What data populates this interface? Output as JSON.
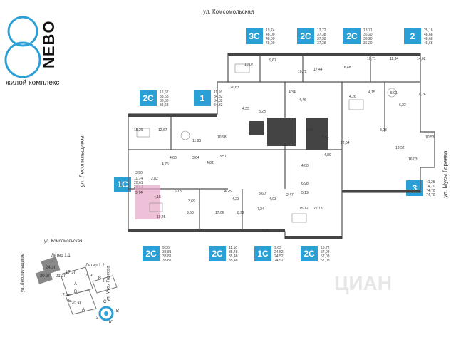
{
  "brand": {
    "numeral": "8",
    "name": "NEBO",
    "subtitle": "жилой комплекс",
    "accent": "#2aa0d7"
  },
  "streets": {
    "top": "ул. Комсомольская",
    "left": "ул. Лесопильщиков",
    "right": "ул. Мусы Гареева"
  },
  "apartments": {
    "top": [
      {
        "type": "3C",
        "areas": [
          "19,74",
          "48,00",
          "48,00",
          "48,00"
        ]
      },
      {
        "type": "2C",
        "areas": [
          "13,72",
          "37,38",
          "37,38",
          "37,38"
        ]
      },
      {
        "type": "2C",
        "areas": [
          "13,71",
          "36,20",
          "36,20",
          "36,20"
        ]
      },
      {
        "type": "2",
        "areas": [
          "25,16",
          "48,68",
          "48,68",
          "48,68"
        ]
      }
    ],
    "upper_left": [
      {
        "type": "2C",
        "areas": [
          "12,67",
          "38,68",
          "38,68",
          "38,68"
        ]
      },
      {
        "type": "1",
        "areas": [
          "11,56",
          "34,32",
          "34,32",
          "34,32"
        ]
      }
    ],
    "left": {
      "type": "1C",
      "areas": [
        "11,74",
        "20,61",
        "20,61",
        "20,61"
      ]
    },
    "right": {
      "type": "3",
      "areas": [
        "41,28",
        "74,70",
        "74,70",
        "74,70"
      ]
    },
    "bottom": [
      {
        "type": "2C",
        "areas": [
          "9,36",
          "38,81",
          "38,81",
          "38,81"
        ]
      },
      {
        "type": "2C",
        "areas": [
          "11,50",
          "35,48",
          "35,48",
          "35,48"
        ]
      },
      {
        "type": "1C",
        "areas": [
          "9,63",
          "24,52",
          "24,52",
          "24,52"
        ]
      },
      {
        "type": "2C",
        "areas": [
          "15,72",
          "57,03",
          "57,03",
          "57,03"
        ]
      }
    ]
  },
  "plan_labels": {
    "r1": "10,07",
    "r2": "9,67",
    "r3": "10,72",
    "r4": "17,44",
    "r5": "16,48",
    "r6": "10,71",
    "r7": "11,34",
    "r8": "14,02",
    "r9": "20,63",
    "r10": "4,34",
    "r11": "4,15",
    "r12": "5,01",
    "r13": "10,26",
    "r14": "4,35",
    "r15": "3,28",
    "r16": "4,46",
    "r17": "4,26",
    "r18": "6,22",
    "r19": "15,26",
    "r20": "12,67",
    "r21": "11,90",
    "r22": "10,98",
    "r23": "4,00",
    "r24": "3,04",
    "r25": "3,57",
    "r26": "4,76",
    "r27": "4,82",
    "r28": "4,00",
    "r29": "8,98",
    "r30": "12,54",
    "r31": "13,52",
    "r32": "10,53",
    "r33": "16,03",
    "r34": "4,41",
    "r35": "4,89",
    "r36": "4,00",
    "r37": "5,19",
    "r38": "3,90",
    "r39": "2,82",
    "r40": "9,74",
    "r41": "4,15",
    "r42": "6,13",
    "r43": "4,25",
    "r44": "3,60",
    "r45": "4,03",
    "r46": "2,47",
    "r47": "6,98",
    "r48": "19,45",
    "r49": "3,69",
    "r50": "9,58",
    "r51": "17,06",
    "r52": "4,23",
    "r53": "8,92",
    "r54": "7,24",
    "r55": "9,85",
    "r56": "15,72",
    "r57": "22,73"
  },
  "site_plan": {
    "street_top": "ул. Комсомольская",
    "street_left": "ул. Лесопильщиков",
    "street_right": "ул. Мусы Гареева",
    "liter_1_1": "Литер 1.1",
    "liter_1_2": "Литер 1.2",
    "sections": [
      "A",
      "Б",
      "В",
      "В",
      "А",
      "Г"
    ],
    "floors_a": "24 эт",
    "floors_b": "20 эт",
    "floors_c": "21 эт",
    "floors_d": "17 эт",
    "floors_e": "16 эт",
    "floors_f": "20 эт",
    "floors_g": "17 эт"
  },
  "compass": {
    "n": "С",
    "e": "В",
    "s": "Ю",
    "w": "З"
  },
  "watermark": "ЦИАН"
}
